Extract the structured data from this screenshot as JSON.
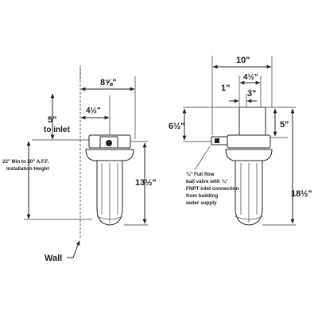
{
  "front_view": {
    "width_dim": "8⅝\"",
    "head_dim": "4½\"",
    "inlet_height_value": "5\"",
    "inlet_height_label": "to inlet",
    "install_height_line1": "22\" Min to 50\" A.F.F.",
    "install_height_line2": "Installation Height",
    "housing_height_dim": "13½\"",
    "wall_label": "Wall"
  },
  "side_view": {
    "overall_width_dim": "10\"",
    "bracket_width_dim": "4½\"",
    "offset_dim": "1\"",
    "inner_width_dim": "3\"",
    "bracket_height_dim": "6½\"",
    "cap_height_dim": "5\"",
    "overall_height_dim": "18½\"",
    "valve_note": [
      "¾\" Full flow",
      "ball valve with ¾\"",
      "FNPT inlet connection",
      "from building",
      "water supply"
    ]
  },
  "colors": {
    "line": "#222222",
    "text": "#1a1a1a",
    "background": "#ffffff"
  }
}
